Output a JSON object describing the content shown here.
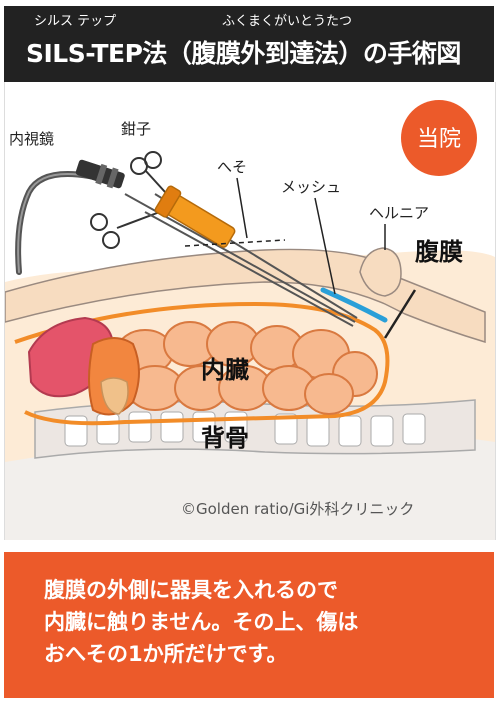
{
  "header": {
    "ruby_left": "シルス テップ",
    "ruby_right": "ふくまくがいとうたつ",
    "title": "SILS-TEP法（腹膜外到達法）の手術図"
  },
  "illustration": {
    "badge": "当院",
    "labels": {
      "endoscope": "内視鏡",
      "forceps": "鉗子",
      "navel": "へそ",
      "mesh": "メッシュ",
      "hernia": "ヘルニア",
      "peritoneum": "腹膜",
      "viscera": "内臓",
      "spine": "背骨"
    },
    "copyright": "©Golden ratio/Gi外科クリニック"
  },
  "footer": {
    "lines": [
      "腹膜の外側に器具を入れるので",
      "内臓に触りません。その上、傷は",
      "おへその1か所だけです。"
    ]
  },
  "colors": {
    "accent": "#ec5a2a",
    "header_bg": "#222222",
    "mesh": "#2a9fd8",
    "instrument": "#f39a1e"
  }
}
